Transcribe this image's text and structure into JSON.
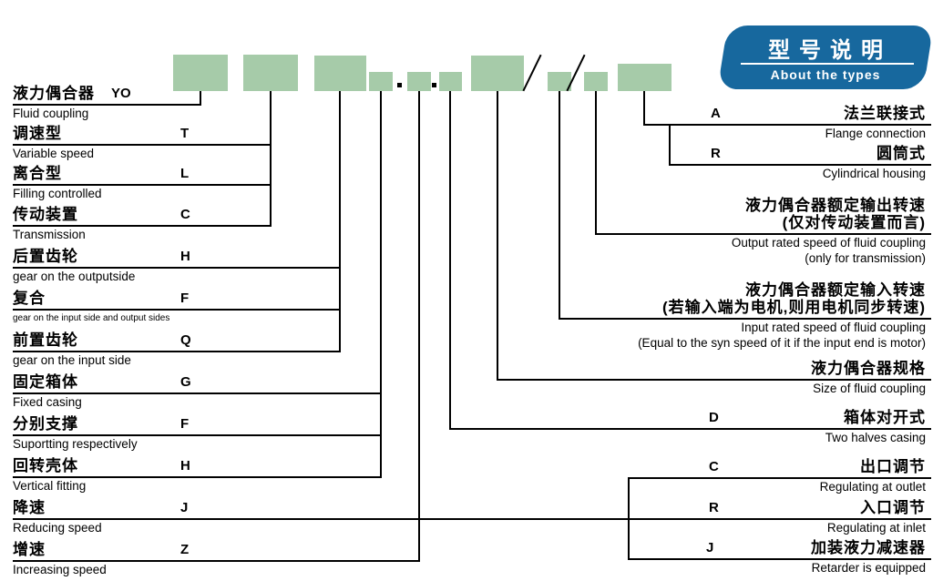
{
  "badge": {
    "title": "型号说明",
    "subtitle": "About the types"
  },
  "colors": {
    "box_green": "#a6cba9",
    "badge_blue": "#17689e",
    "line_black": "#000000"
  },
  "left_labels": [
    {
      "cn": "液力偶合器",
      "code": "YO",
      "en": "Fluid coupling"
    },
    {
      "cn": "调速型",
      "code": "T",
      "en": "Variable speed"
    },
    {
      "cn": "离合型",
      "code": "L",
      "en": "Filling controlled"
    },
    {
      "cn": "传动装置",
      "code": "C",
      "en": "Transmission"
    },
    {
      "cn": "后置齿轮",
      "code": "H",
      "en": "gear on the outputside"
    },
    {
      "cn": "复合",
      "code": "F",
      "en": "gear on the input side and output sides"
    },
    {
      "cn": "前置齿轮",
      "code": "Q",
      "en": "gear on the input side"
    },
    {
      "cn": "固定箱体",
      "code": "G",
      "en": "Fixed casing"
    },
    {
      "cn": "分别支撑",
      "code": "F",
      "en": "Suportting respectively"
    },
    {
      "cn": "回转壳体",
      "code": "H",
      "en": "Vertical fitting"
    },
    {
      "cn": "降速",
      "code": "J",
      "en": "Reducing speed"
    },
    {
      "cn": "增速",
      "code": "Z",
      "en": "Increasing speed"
    }
  ],
  "right_labels": [
    {
      "code": "A",
      "cn": "法兰联接式",
      "en": "Flange connection"
    },
    {
      "code": "R",
      "cn": "圆筒式",
      "en": "Cylindrical housing"
    },
    {
      "cn": "液力偶合器额定输出转速",
      "cn2": "(仅对传动装置而言)",
      "en": "Output rated speed of fluid coupling",
      "en2": "(only for transmission)"
    },
    {
      "cn": "液力偶合器额定输入转速",
      "cn2": "(若输入端为电机,则用电机同步转速)",
      "en": "Input rated speed of fluid coupling",
      "en2": "(Equal to the syn speed of it if the input end is motor)"
    },
    {
      "cn": "液力偶合器规格",
      "en": "Size of fluid coupling"
    },
    {
      "code": "D",
      "cn": "箱体对开式",
      "en": "Two halves casing"
    },
    {
      "code": "C",
      "cn": "出口调节",
      "en": "Regulating at outlet"
    },
    {
      "code": "R",
      "cn": "入口调节",
      "en": "Regulating at inlet"
    },
    {
      "code": "J",
      "cn": "加装液力减速器",
      "en": "Retarder is equipped"
    }
  ]
}
